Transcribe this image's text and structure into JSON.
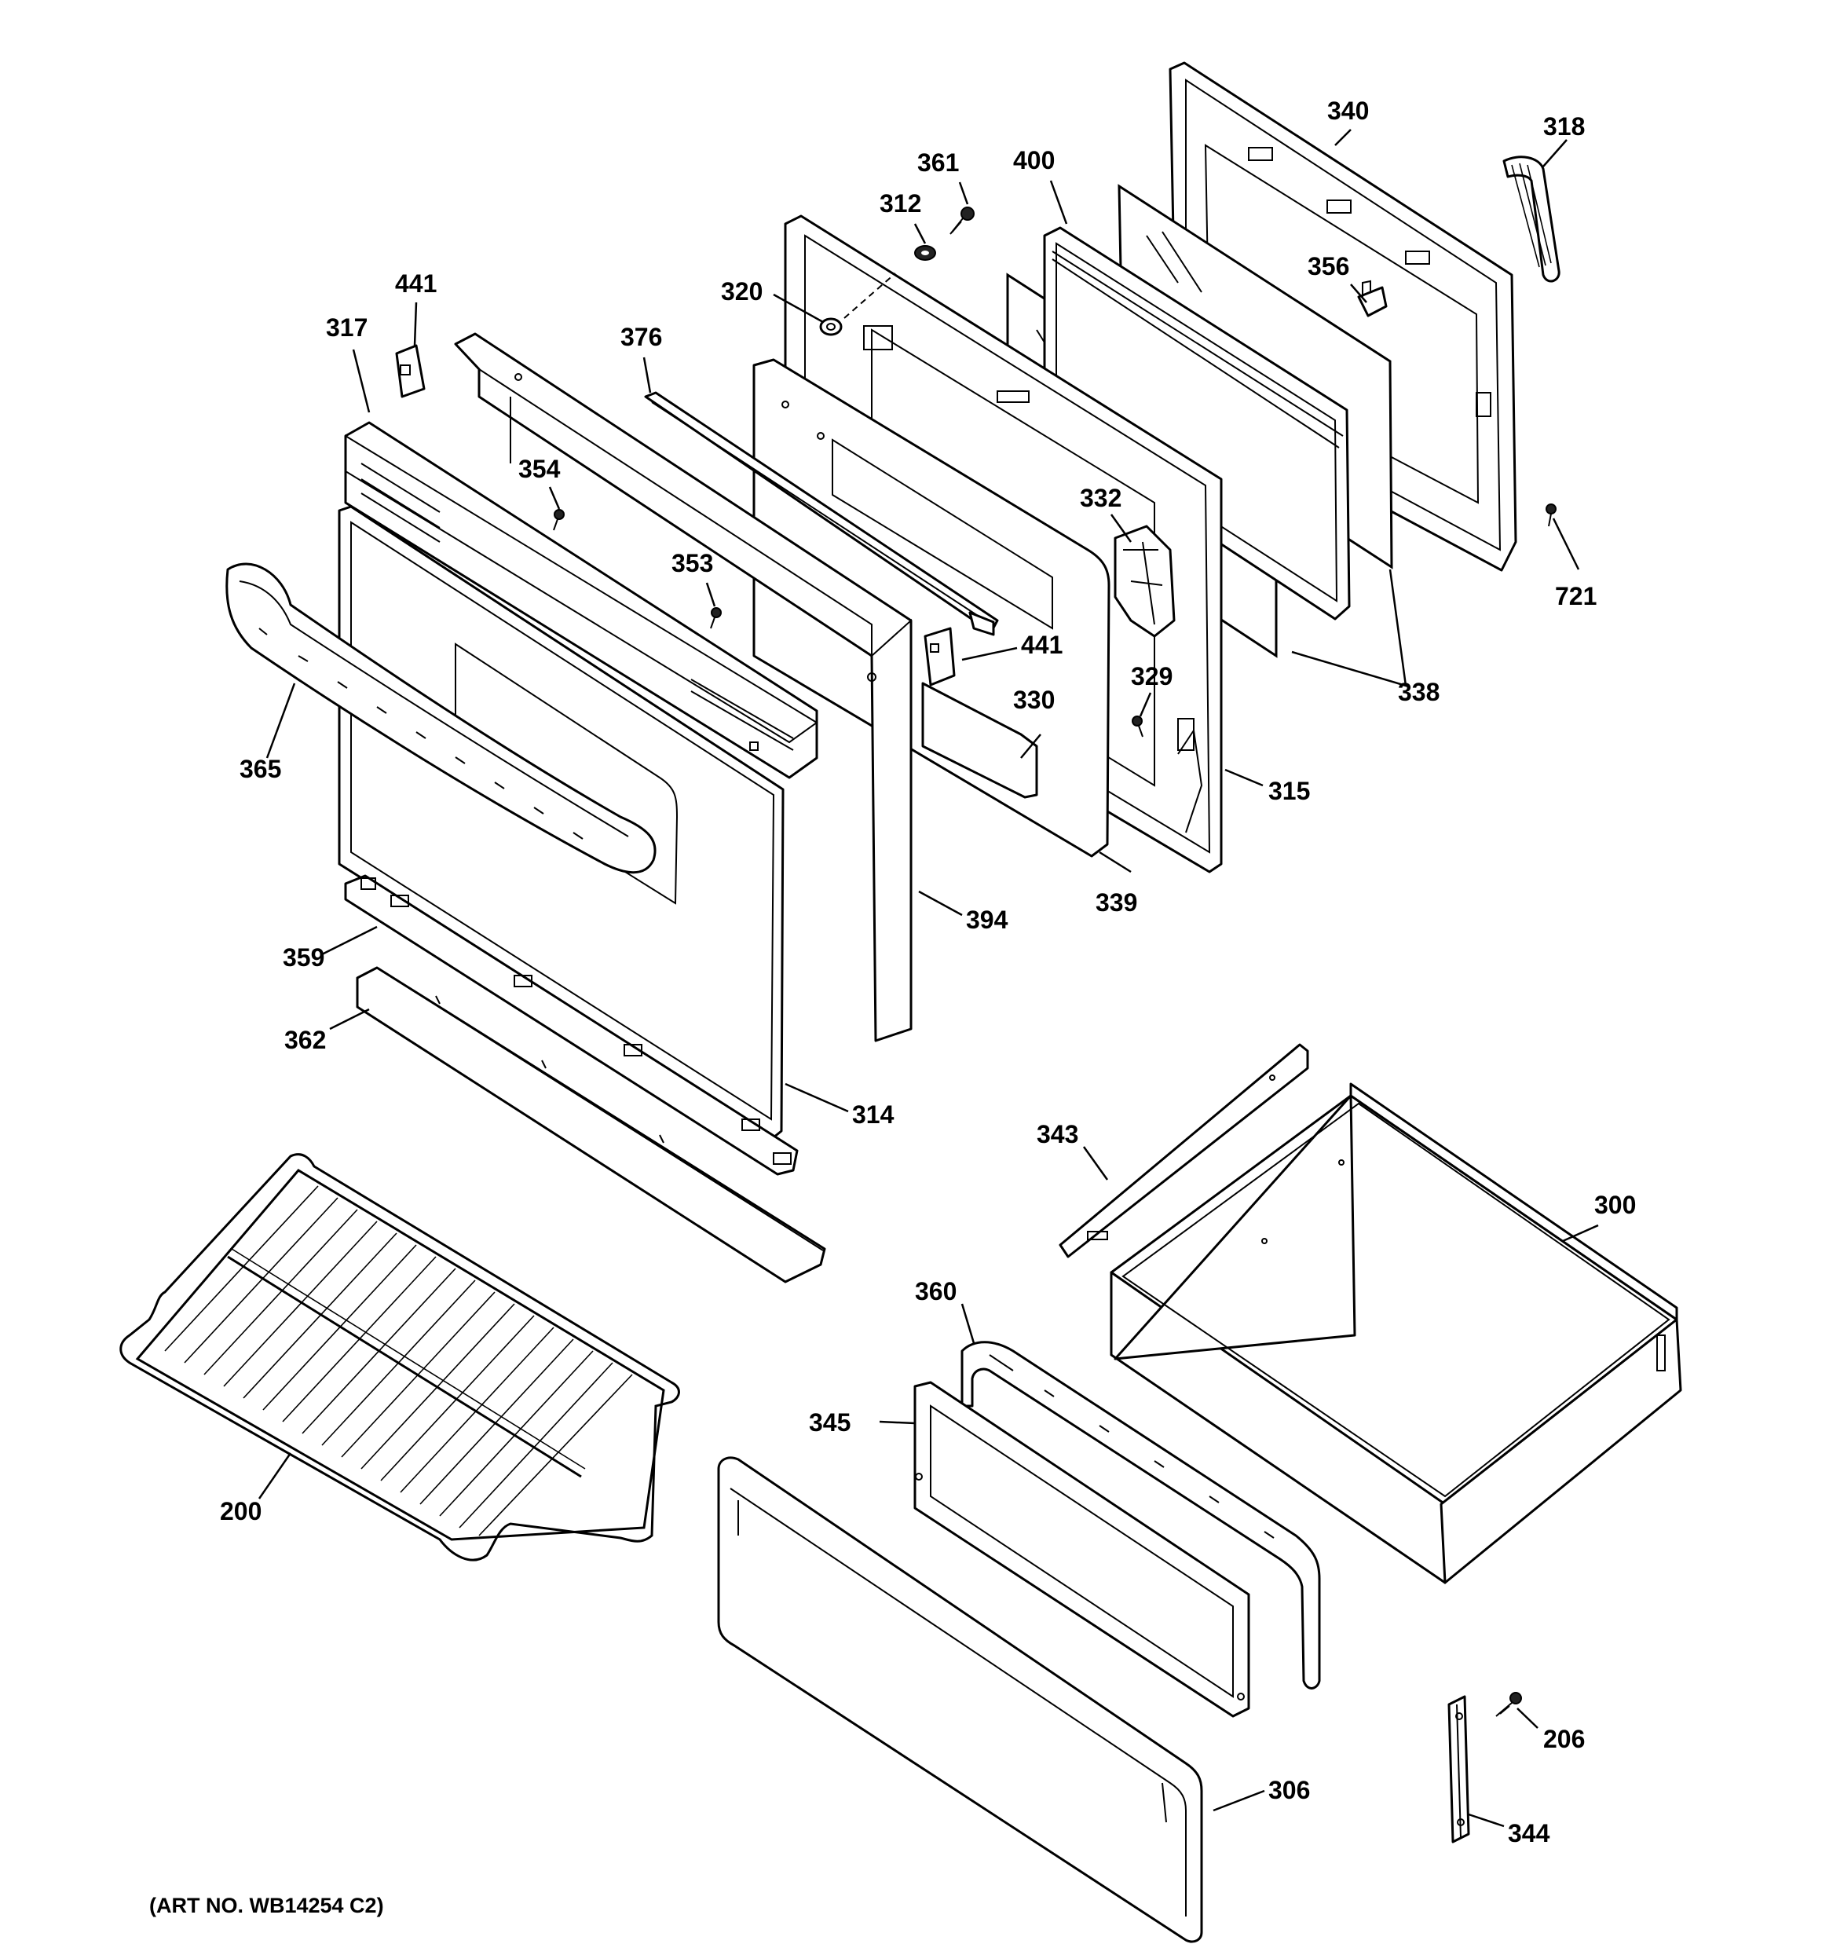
{
  "diagram": {
    "art_number": "(ART NO. WB14254 C2)",
    "callouts": [
      {
        "id": "c-340",
        "label": "340"
      },
      {
        "id": "c-318",
        "label": "318"
      },
      {
        "id": "c-361",
        "label": "361"
      },
      {
        "id": "c-400",
        "label": "400"
      },
      {
        "id": "c-312",
        "label": "312"
      },
      {
        "id": "c-356",
        "label": "356"
      },
      {
        "id": "c-320",
        "label": "320"
      },
      {
        "id": "c-441a",
        "label": "441"
      },
      {
        "id": "c-317",
        "label": "317"
      },
      {
        "id": "c-376",
        "label": "376"
      },
      {
        "id": "c-354",
        "label": "354"
      },
      {
        "id": "c-332",
        "label": "332"
      },
      {
        "id": "c-721",
        "label": "721"
      },
      {
        "id": "c-353",
        "label": "353"
      },
      {
        "id": "c-441b",
        "label": "441"
      },
      {
        "id": "c-338",
        "label": "338"
      },
      {
        "id": "c-329",
        "label": "329"
      },
      {
        "id": "c-330",
        "label": "330"
      },
      {
        "id": "c-365",
        "label": "365"
      },
      {
        "id": "c-315",
        "label": "315"
      },
      {
        "id": "c-339",
        "label": "339"
      },
      {
        "id": "c-394",
        "label": "394"
      },
      {
        "id": "c-359",
        "label": "359"
      },
      {
        "id": "c-362",
        "label": "362"
      },
      {
        "id": "c-314",
        "label": "314"
      },
      {
        "id": "c-343",
        "label": "343"
      },
      {
        "id": "c-300",
        "label": "300"
      },
      {
        "id": "c-360",
        "label": "360"
      },
      {
        "id": "c-345",
        "label": "345"
      },
      {
        "id": "c-200",
        "label": "200"
      },
      {
        "id": "c-206",
        "label": "206"
      },
      {
        "id": "c-306",
        "label": "306"
      },
      {
        "id": "c-344",
        "label": "344"
      }
    ]
  }
}
